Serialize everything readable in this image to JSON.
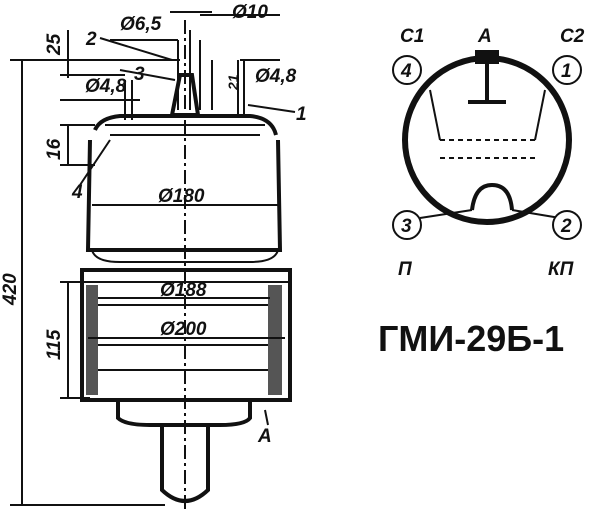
{
  "title": "ГМИ-29Б-1",
  "dimensions": {
    "d6_5": "Ø6,5",
    "d10": "Ø10",
    "d4_8_left": "Ø4,8",
    "d4_8_right": "Ø4,8",
    "d180": "Ø180",
    "d188": "Ø188",
    "d200": "Ø200",
    "h25": "25",
    "h16": "16",
    "h21": "21",
    "h420": "420",
    "h115": "115"
  },
  "callouts": {
    "c1": "1",
    "c2": "2",
    "c3": "3",
    "c4": "4",
    "cA": "A"
  },
  "pinout": {
    "pin1": "1",
    "pin2": "2",
    "pin3": "3",
    "pin4": "4",
    "label_c1": "C1",
    "label_c2": "C2",
    "label_anode": "A",
    "label_p": "П",
    "label_kp": "КП"
  }
}
